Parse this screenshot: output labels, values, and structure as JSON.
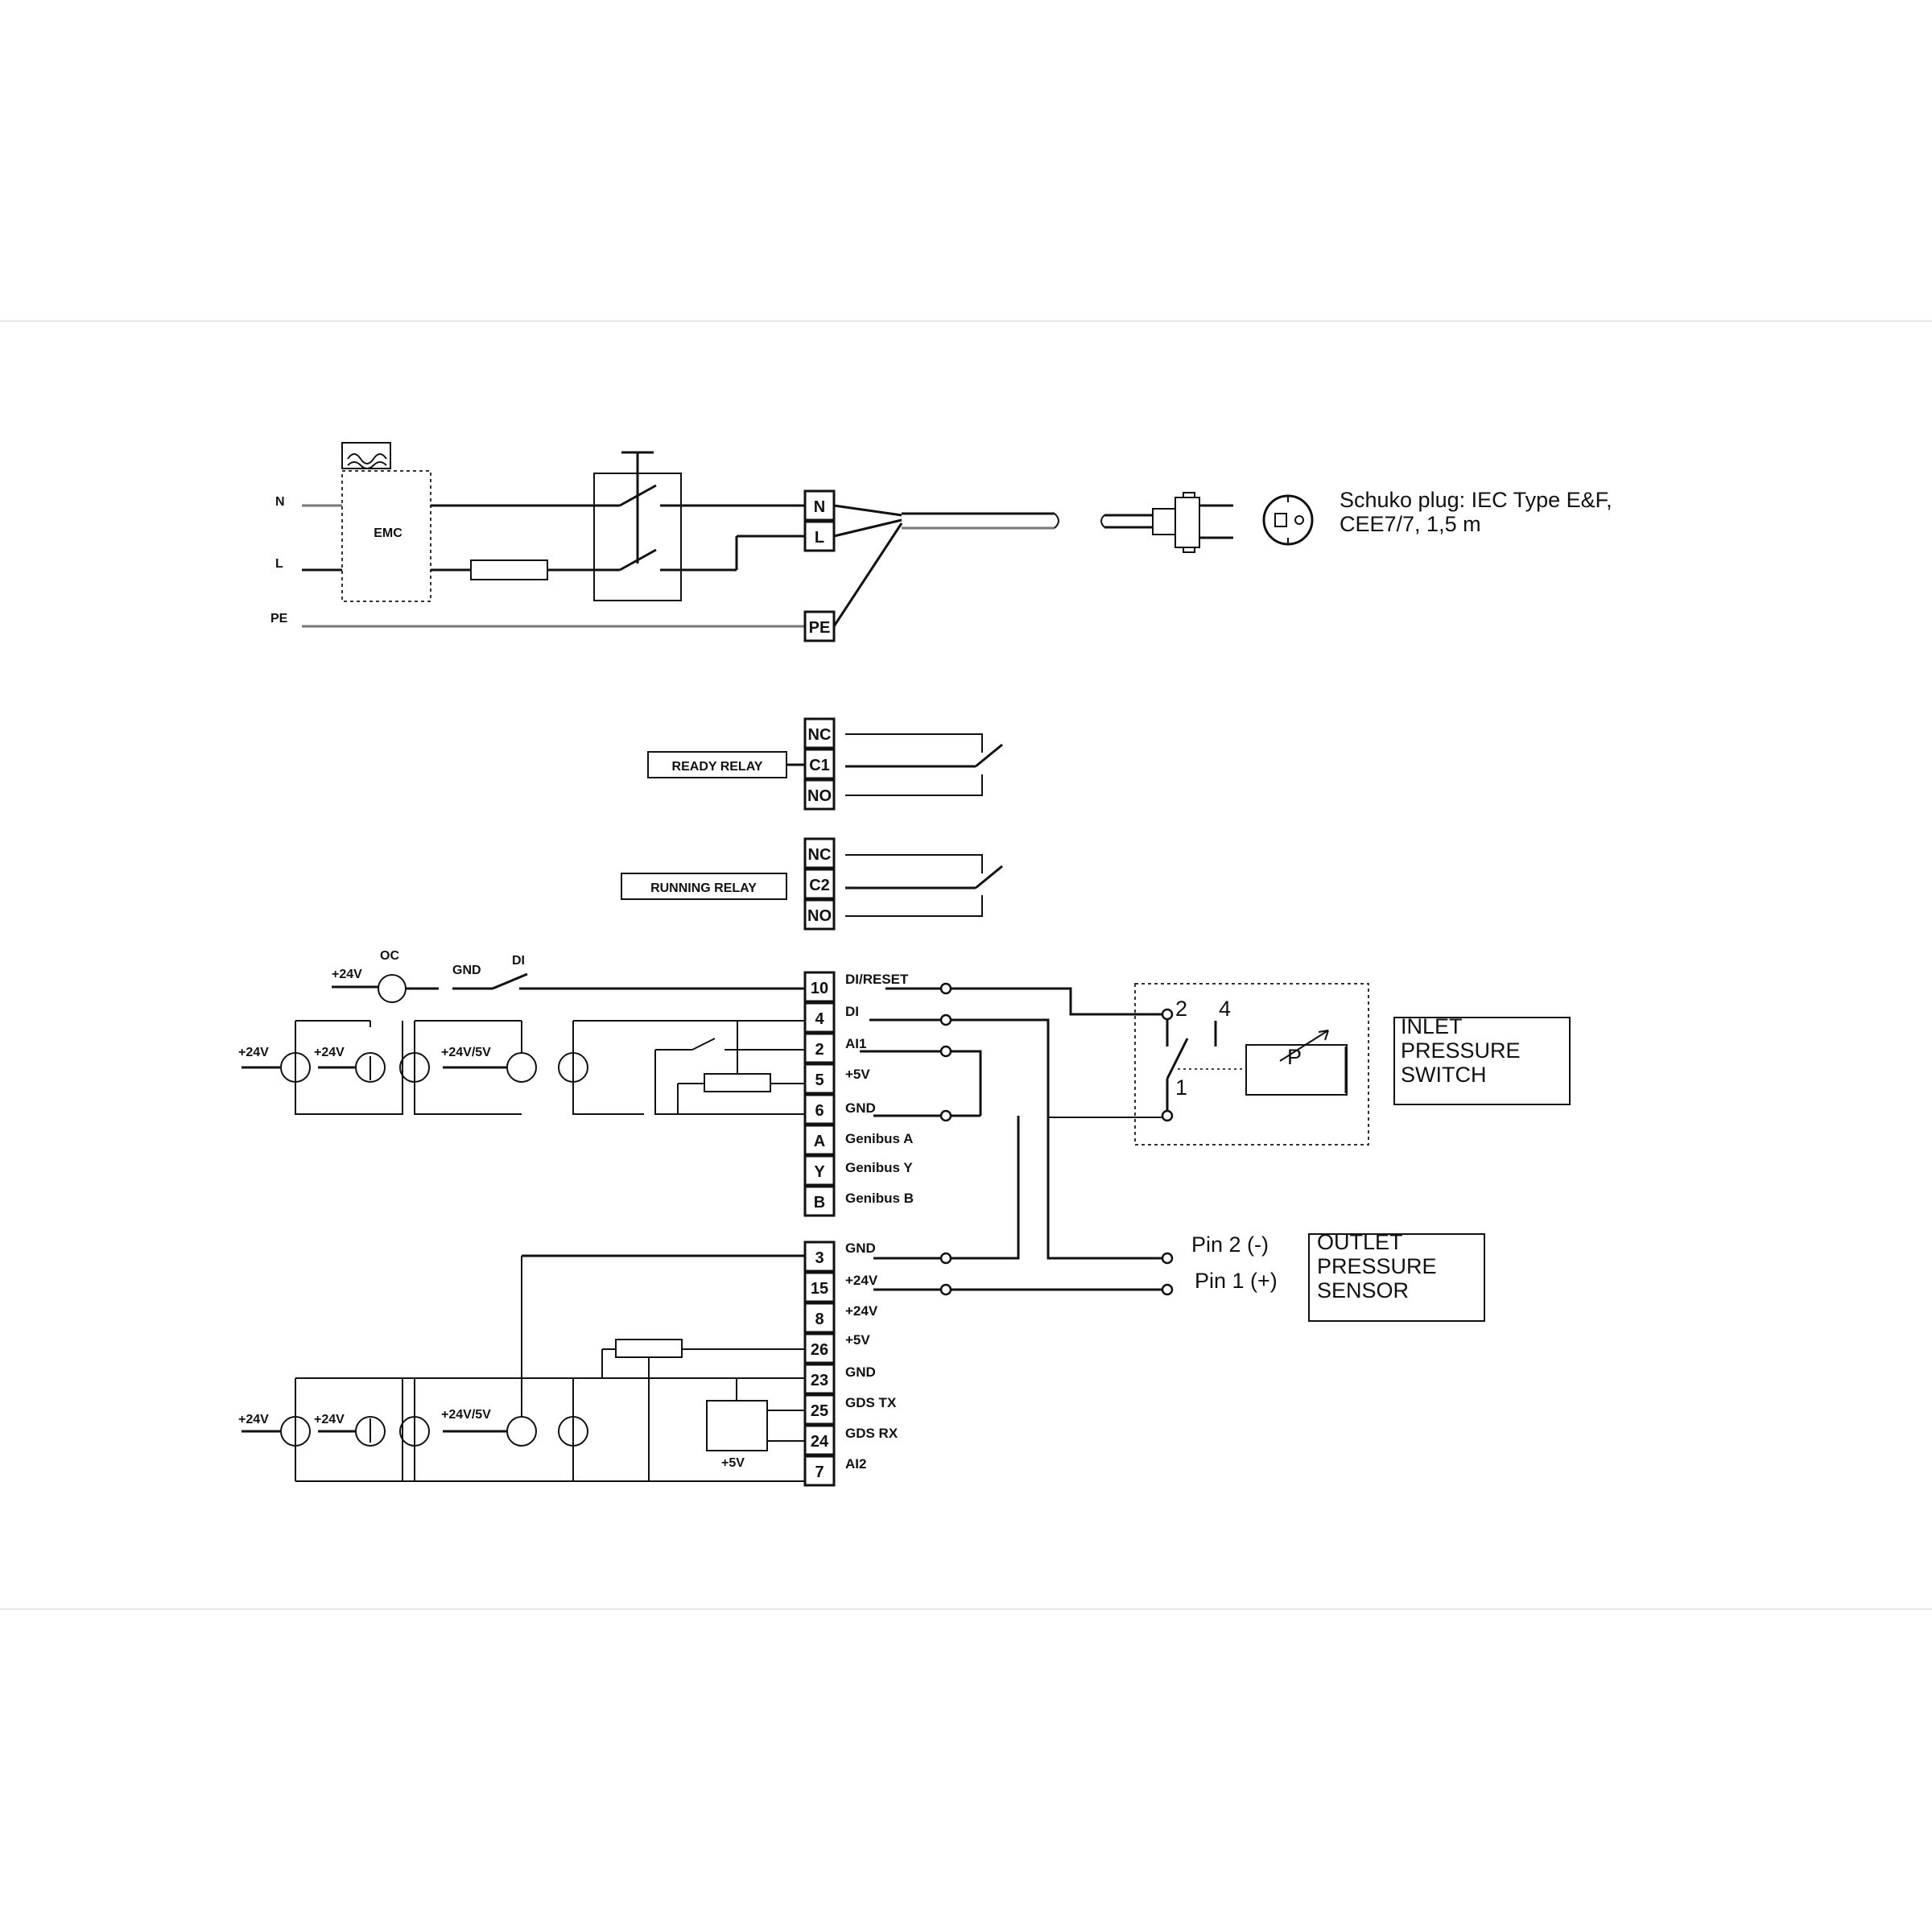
{
  "diagram": {
    "mains": {
      "inputs": [
        "N",
        "L",
        "PE"
      ],
      "filter_label": "EMC",
      "terminals": [
        "N",
        "L",
        "PE"
      ]
    },
    "plug": {
      "description_line1": "Schuko plug: IEC Type E&F,",
      "description_line2": "CEE7/7, 1,5 m"
    },
    "ready_relay": {
      "label": "READY RELAY",
      "terminals": [
        "NC",
        "C1",
        "NO"
      ]
    },
    "running_relay": {
      "label": "RUNNING RELAY",
      "terminals": [
        "NC",
        "C2",
        "NO"
      ]
    },
    "control_block_1": {
      "terminals": [
        "10",
        "4",
        "2",
        "5",
        "6",
        "A",
        "Y",
        "B"
      ],
      "signals": [
        "DI/RESET",
        "DI",
        "AI1",
        "+5V",
        "GND",
        "Genibus A",
        "Genibus Y",
        "Genibus B"
      ],
      "top_labels": [
        "+24V",
        "OC",
        "GND",
        "DI"
      ],
      "sensor_labels": [
        "+24V",
        "+24V",
        "+24V/5V"
      ]
    },
    "control_block_2": {
      "terminals": [
        "3",
        "15",
        "8",
        "26",
        "23",
        "25",
        "24",
        "7"
      ],
      "signals": [
        "GND",
        "+24V",
        "+24V",
        "+5V",
        "GND",
        "GDS TX",
        "GDS RX",
        "AI2"
      ],
      "sensor_labels": [
        "+24V",
        "+24V",
        "+24V/5V"
      ],
      "supply_label": "+5V"
    },
    "inlet_switch": {
      "label_lines": [
        "INLET",
        "PRESSURE",
        "SWITCH"
      ],
      "contacts": [
        "2",
        "4",
        "1"
      ],
      "pressure_symbol": "P"
    },
    "outlet_sensor": {
      "label_lines": [
        "OUTLET",
        "PRESSURE",
        "SENSOR"
      ],
      "pins": [
        "Pin 2 (-)",
        "Pin 1 (+)"
      ]
    }
  }
}
